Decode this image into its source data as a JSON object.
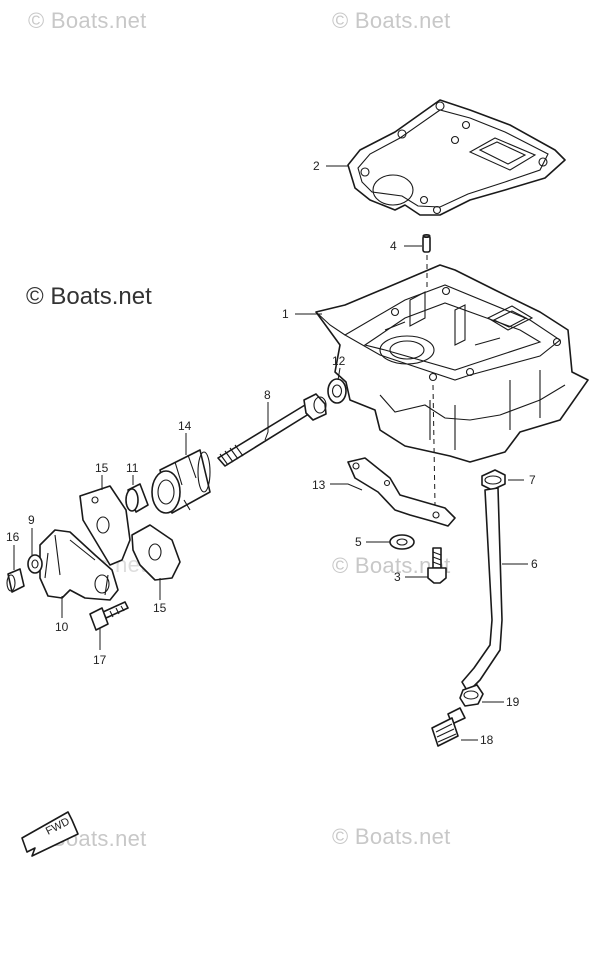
{
  "watermarks": {
    "top_left": "© Boats.net",
    "top_right": "© Boats.net",
    "mid_left_bold": "© Boats.net",
    "mid_left_faint": "© Boats.net",
    "mid_right": "© Boats.net",
    "bottom_left": "© Boats.net",
    "bottom_right": "© Boats.net"
  },
  "fwd_arrow": {
    "label": "FWD"
  },
  "callouts": [
    {
      "id": "c1",
      "number": "1"
    },
    {
      "id": "c2",
      "number": "2"
    },
    {
      "id": "c3",
      "number": "3"
    },
    {
      "id": "c4",
      "number": "4"
    },
    {
      "id": "c5",
      "number": "5"
    },
    {
      "id": "c6",
      "number": "6"
    },
    {
      "id": "c7",
      "number": "7"
    },
    {
      "id": "c8",
      "number": "8"
    },
    {
      "id": "c9",
      "number": "9"
    },
    {
      "id": "c10",
      "number": "10"
    },
    {
      "id": "c11",
      "number": "11"
    },
    {
      "id": "c12",
      "number": "12"
    },
    {
      "id": "c13",
      "number": "13"
    },
    {
      "id": "c14",
      "number": "14"
    },
    {
      "id": "c15a",
      "number": "15"
    },
    {
      "id": "c15b",
      "number": "15"
    },
    {
      "id": "c16",
      "number": "16"
    },
    {
      "id": "c17",
      "number": "17"
    },
    {
      "id": "c18",
      "number": "18"
    },
    {
      "id": "c19",
      "number": "19"
    }
  ],
  "colors": {
    "line": "#1a1a1a",
    "watermark": "#c8c8c8",
    "background": "#ffffff"
  }
}
